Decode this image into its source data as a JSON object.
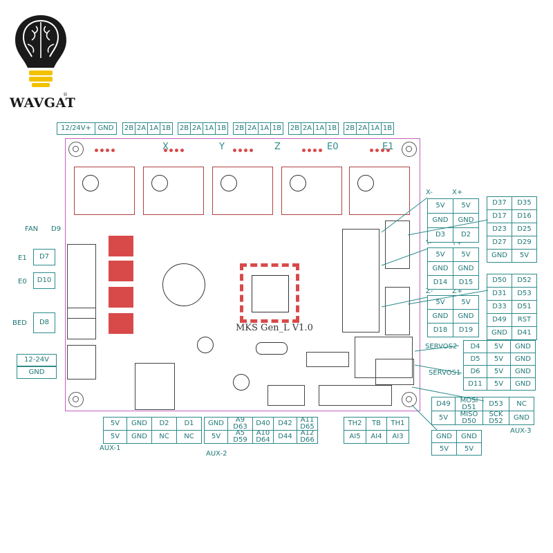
{
  "logo": {
    "brand": "WAVGAT",
    "registered": "®"
  },
  "board": {
    "name": "MKS  Gen_L V1.0"
  },
  "top_power": [
    "12/24V+",
    "GND"
  ],
  "motors": [
    {
      "label": "X",
      "pins": [
        "2B",
        "2A",
        "1A",
        "1B"
      ]
    },
    {
      "label": "Y",
      "pins": [
        "2B",
        "2A",
        "1A",
        "1B"
      ]
    },
    {
      "label": "Z",
      "pins": [
        "2B",
        "2A",
        "1A",
        "1B"
      ]
    },
    {
      "label": "E0",
      "pins": [
        "2B",
        "2A",
        "1A",
        "1B"
      ]
    },
    {
      "label": "E1",
      "pins": [
        "2B",
        "2A",
        "1A",
        "1B"
      ]
    }
  ],
  "left": {
    "fan_label": "FAN",
    "fan_pin": "D9",
    "e1_label": "E1",
    "e1_pin": "D7",
    "e0_label": "E0",
    "e0_pin": "D10",
    "bed_label": "BED",
    "bed_pin": "D8",
    "power": [
      "12-24V",
      "GND"
    ]
  },
  "endstops": {
    "x_minus": "X-",
    "x_plus": "X+",
    "y_minus": "Y-",
    "y_plus": "Y+",
    "z_minus": "Z-",
    "z_plus": "Z+",
    "x_rows": [
      [
        "5V",
        "5V"
      ],
      [
        "GND",
        "GND"
      ],
      [
        "D3",
        "D2"
      ]
    ],
    "y_rows": [
      [
        "5V",
        "5V"
      ],
      [
        "GND",
        "GND"
      ],
      [
        "D14",
        "D15"
      ]
    ],
    "z_rows": [
      [
        "5V",
        "5V"
      ],
      [
        "GND",
        "GND"
      ],
      [
        "D18",
        "D19"
      ]
    ]
  },
  "aux4_top": [
    [
      "D37",
      "D35"
    ],
    [
      "D17",
      "D16"
    ],
    [
      "D23",
      "D25"
    ],
    [
      "D27",
      "D29"
    ],
    [
      "GND",
      "5V"
    ]
  ],
  "aux4_mid": [
    [
      "D50",
      "D52"
    ],
    [
      "D31",
      "D53"
    ],
    [
      "D33",
      "D51"
    ],
    [
      "D49",
      "RST"
    ],
    [
      "GND",
      "D41"
    ]
  ],
  "servos": {
    "servos2_label": "SERVOS2",
    "servos1_label": "SERVOS1",
    "rows": [
      [
        "D4",
        "5V",
        "GND"
      ],
      [
        "D5",
        "5V",
        "GND"
      ],
      [
        "D6",
        "5V",
        "GND"
      ],
      [
        "D11",
        "5V",
        "GND"
      ]
    ]
  },
  "aux3": {
    "label": "AUX-3",
    "rows": [
      [
        "D49",
        "MOSI\nD51",
        "D53",
        "NC"
      ],
      [
        "5V",
        "MISO\nD50",
        "SCK\nD52",
        "GND"
      ]
    ],
    "bottom": [
      [
        "GND",
        "GND"
      ],
      [
        "5V",
        "5V"
      ]
    ]
  },
  "aux1": {
    "label": "AUX-1",
    "rows": [
      [
        "5V",
        "GND",
        "D2",
        "D1"
      ],
      [
        "5V",
        "GND",
        "NC",
        "NC"
      ]
    ]
  },
  "aux2": {
    "label": "AUX-2",
    "rows": [
      [
        "GND",
        "A9\nD63",
        "D40",
        "D42",
        "A11\nD65"
      ],
      [
        "5V",
        "A5\nD59",
        "A10\nD64",
        "D44",
        "A12\nD66"
      ]
    ]
  },
  "thermistors": {
    "top": [
      "TH2",
      "TB",
      "TH1"
    ],
    "bottom": [
      "AI5",
      "AI4",
      "AI3"
    ]
  },
  "colors": {
    "accent": "#2b8a8a",
    "board_outline": "#c060c0",
    "pad": "#d84a4a"
  }
}
